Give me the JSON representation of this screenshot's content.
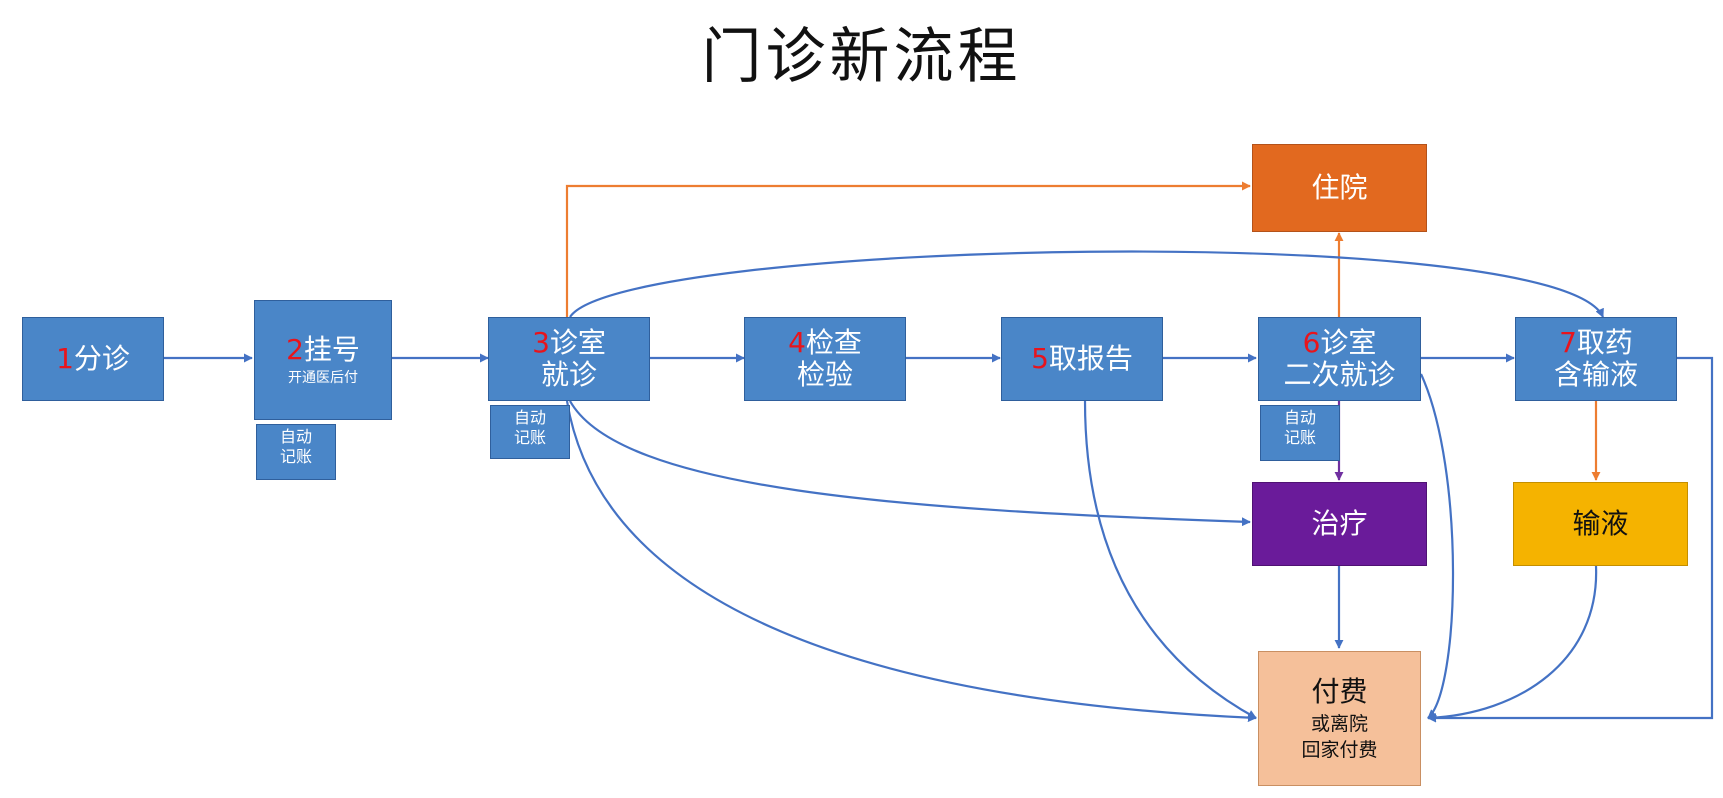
{
  "title": "门诊新流程",
  "colors": {
    "blue_node": "#4a86c8",
    "blue_arrow": "#4472c4",
    "orange_arrow": "#ed7d31",
    "purple_arrow": "#7030a0",
    "hospital": "#e2691f",
    "treatment": "#6a1b9a",
    "infusion": "#f5b300",
    "payment": "#f5c09a",
    "step_number": "#e8141c"
  },
  "nodes": {
    "triage": {
      "num": "1",
      "label": "分诊"
    },
    "register": {
      "num": "2",
      "label": "挂号",
      "sub": "开通医后付",
      "tag": [
        "自动",
        "记账"
      ]
    },
    "consult": {
      "num": "3",
      "label": "诊室",
      "label2": "就诊",
      "tag": [
        "自动",
        "记账"
      ]
    },
    "exam": {
      "num": "4",
      "label": "检查",
      "label2": "检验"
    },
    "report": {
      "num": "5",
      "label": "取报告"
    },
    "revisit": {
      "num": "6",
      "label": "诊室",
      "label2": "二次就诊",
      "tag": [
        "自动",
        "记账"
      ]
    },
    "pharmacy": {
      "num": "7",
      "label": "取药",
      "label2": "含输液"
    },
    "hospital": {
      "label": "住院"
    },
    "treatment": {
      "label": "治疗"
    },
    "infusion": {
      "label": "输液"
    },
    "payment": {
      "label": "付费",
      "line2": "或离院",
      "line3": "回家付费"
    }
  }
}
